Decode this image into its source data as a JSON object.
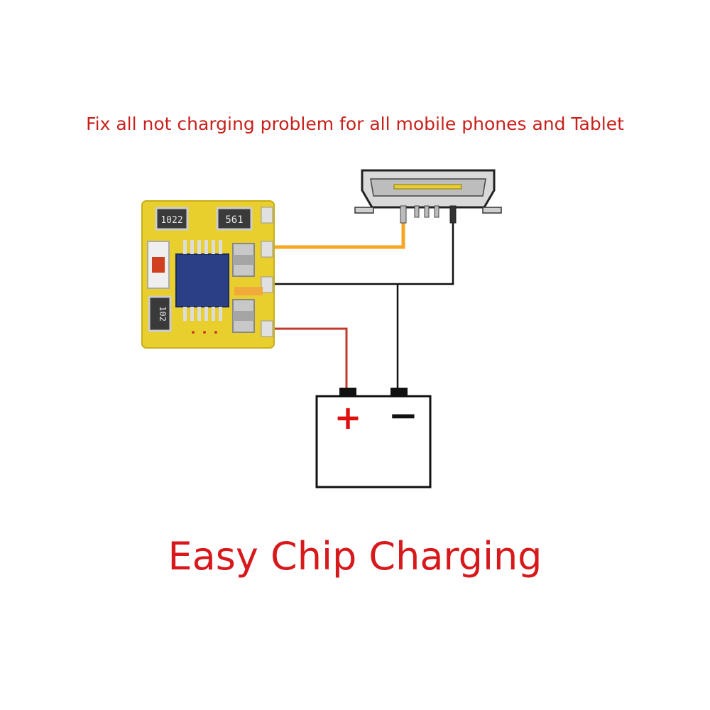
{
  "header": {
    "text": "Fix all not charging problem for all mobile phones and Tablet"
  },
  "footer": {
    "title": "Easy Chip Charging"
  },
  "board": {
    "resistor_top_left": "1022",
    "resistor_top_right": "561",
    "resistor_bottom": "102"
  },
  "battery": {
    "positive": "+",
    "negative": "−"
  },
  "colors": {
    "text_red": "#c8201a",
    "pcb": "#e8cf2e",
    "chip": "#2a3f86",
    "wire_orange": "#f5a623",
    "wire_red": "#c0392b",
    "wire_black": "#111111"
  }
}
